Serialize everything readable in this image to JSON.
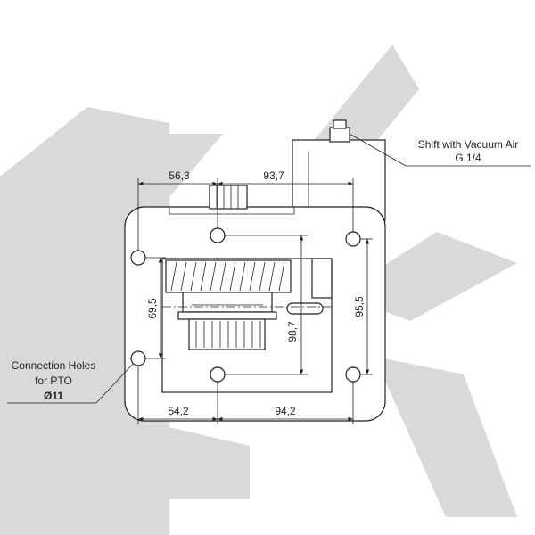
{
  "dimensions": {
    "top_left": "56,3",
    "top_right": "93,7",
    "bottom_left": "54,2",
    "bottom_right": "94,2",
    "left_vertical": "69,5",
    "center_vertical": "98,7",
    "right_vertical": "95,5"
  },
  "callouts": {
    "shift": {
      "line1": "Shift with Vacuum Air",
      "line2": "G 1/4"
    },
    "holes": {
      "line1": "Connection Holes",
      "line2": "for PTO",
      "line3": "Ø11"
    }
  },
  "colors": {
    "watermark": "#d9d9d9",
    "ink": "#222222"
  }
}
